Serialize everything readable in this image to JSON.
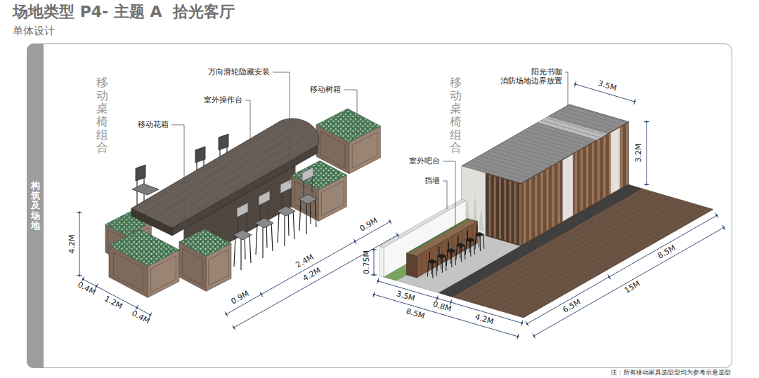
{
  "diagram": {
    "title": "场地类型 P4- 主题 A  拾光客厅",
    "nodes": [
      {
        "text": [
          "构筑及场地"
        ]
      }
    ],
    "labels": [
      "单体设计",
      "移动桌椅组合",
      "万向滑轮隐藏安装",
      "室外操作台",
      "移动树箱",
      "移动花箱",
      "4.2M",
      "0.4M",
      "1.2M",
      "0.4M",
      "0.9M",
      "2.4M",
      "4.2M",
      "0.9M",
      "移动桌椅组合",
      "阳光书咖 消防场地边界放置",
      "3.5M",
      "3.2M",
      "室外吧台",
      "挡墙",
      "0.75M",
      "8.5M",
      "15M",
      "6.5M",
      "3.5M",
      "0.8M",
      "8.5M",
      "4.2M",
      "注：所有移动家具选型型均为参考示意选型"
    ]
  }
}
